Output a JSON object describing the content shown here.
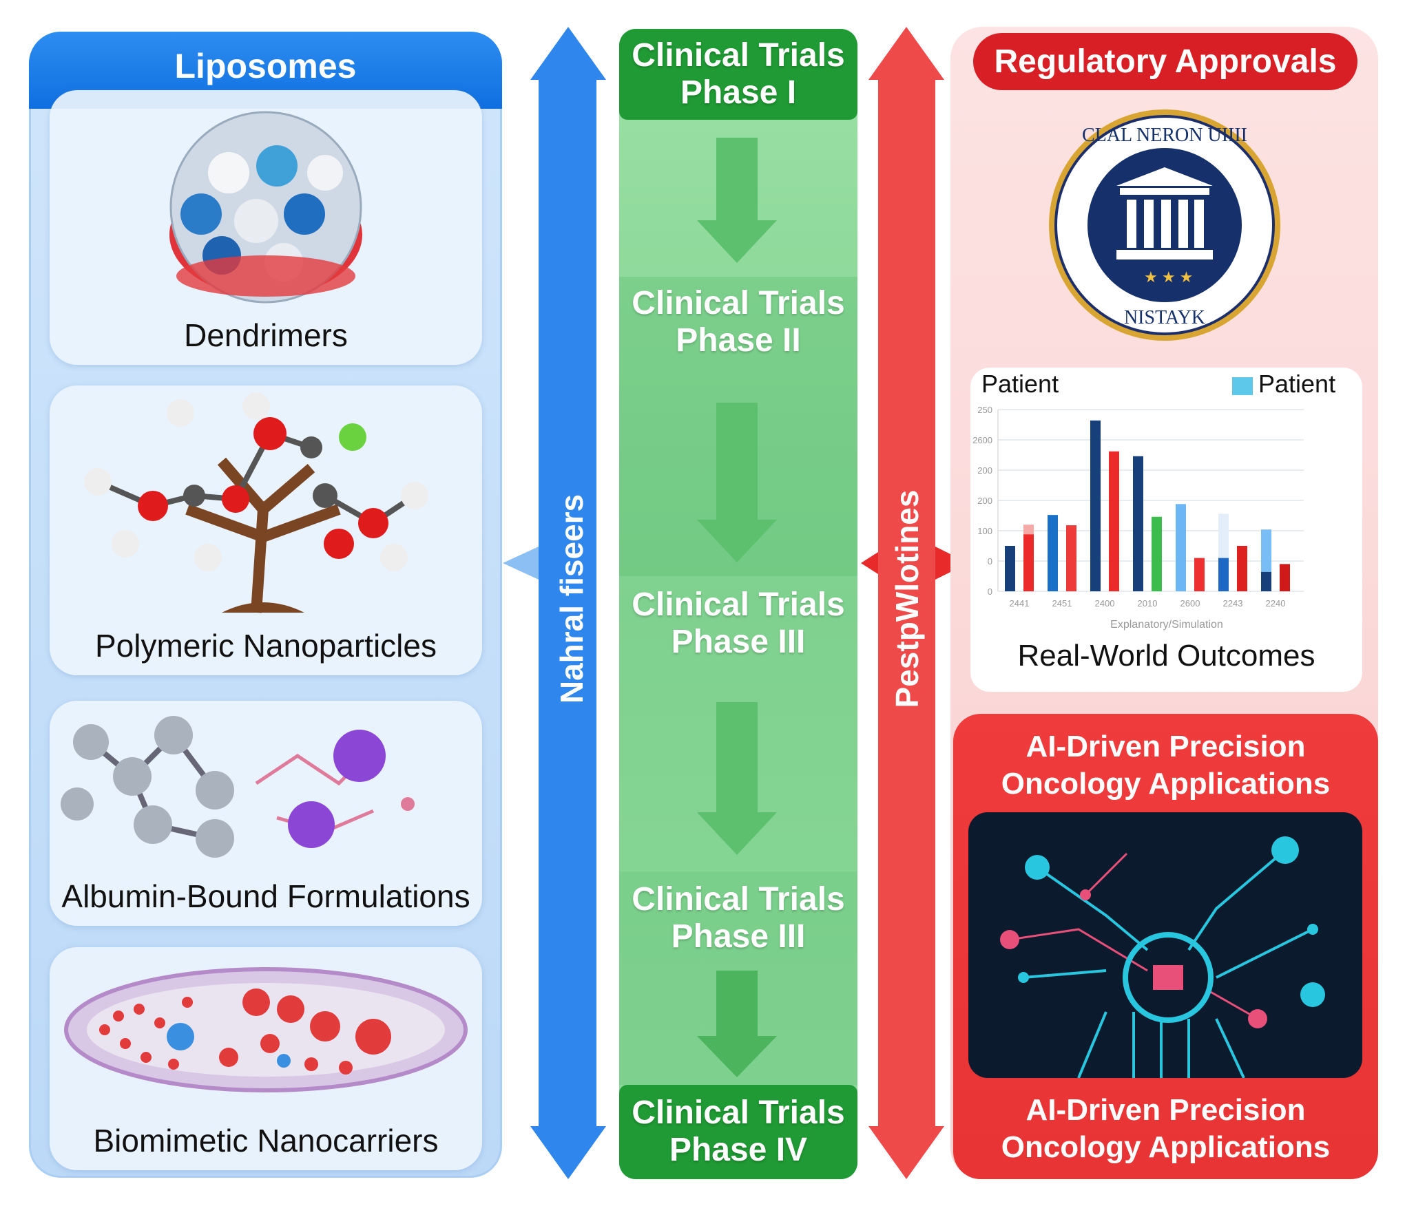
{
  "left": {
    "title": "Liposomes",
    "items": [
      {
        "label": "Dendrimers"
      },
      {
        "label": "Polymeric Nanoparticles"
      },
      {
        "label": "Albumin-Bound Formulations"
      },
      {
        "label": "Biomimetic Nanocarriers"
      }
    ]
  },
  "left_arrow": {
    "label": "Nahral fiseers",
    "color": "#2f86ec"
  },
  "center": {
    "phases": [
      {
        "label": "Clinical Trials Phase I"
      },
      {
        "label": "Clinical Trials Phase II"
      },
      {
        "label": "Clinical Trials Phase III"
      },
      {
        "label": "Clinical Trials Phase III"
      },
      {
        "label": "Clinical Trials Phase IV"
      }
    ]
  },
  "right_arrow": {
    "label": "PestpWlotines",
    "color": "#ef4a4a"
  },
  "right": {
    "title": "Regulatory Approvals",
    "seal": {
      "top_text": "CLAL NERON UIIII",
      "bottom_text": "NISTAYK"
    },
    "chart_caption": "Real-World Outcomes",
    "ai_title": "AI-Driven Precision Oncology Applications",
    "ai_caption": "AI-Driven Precision Oncology Applications"
  },
  "chart_data": {
    "type": "bar",
    "title": "Patient",
    "legend": [
      {
        "label": "Patient",
        "color": "#5ec8ea"
      }
    ],
    "legend_position": "top-right",
    "xlabel": "Explanatory/Simulation",
    "ylabel": "",
    "categories": [
      "2441",
      "2451",
      "2400",
      "2010",
      "2600",
      "2243",
      "2240"
    ],
    "yticks": [
      0,
      50,
      100,
      150,
      200,
      250,
      300
    ],
    "ytick_labels": [
      "0",
      "0",
      "100",
      "200",
      "200",
      "2600",
      "250"
    ],
    "ylim": [
      0,
      300
    ],
    "grid": true,
    "series": [
      {
        "values": [
          75,
          126,
          282,
          223,
          144,
          55,
          32
        ],
        "colors": [
          "#173f7a",
          "#1a6fc6",
          "#173f7a",
          "#173f7a",
          "#6cb6f4",
          "#1c68c4",
          "#173f7a"
        ],
        "upper_values": [
          null,
          null,
          null,
          null,
          null,
          128,
          102
        ],
        "upper_colors": [
          null,
          null,
          null,
          null,
          null,
          "#e3eefa",
          "#78bdf5"
        ]
      },
      {
        "values": [
          94,
          109,
          231,
          123,
          55,
          75,
          45
        ],
        "colors": [
          "#ec2a2a",
          "#ef3a3a",
          "#ec2a2a",
          "#3cbc4c",
          "#ef3030",
          "#dd2020",
          "#d01a1a"
        ],
        "upper_values": [
          110,
          null,
          null,
          null,
          null,
          null,
          null
        ],
        "upper_colors": [
          "#f5aaa8",
          null,
          null,
          null,
          null,
          null,
          null
        ]
      }
    ]
  }
}
